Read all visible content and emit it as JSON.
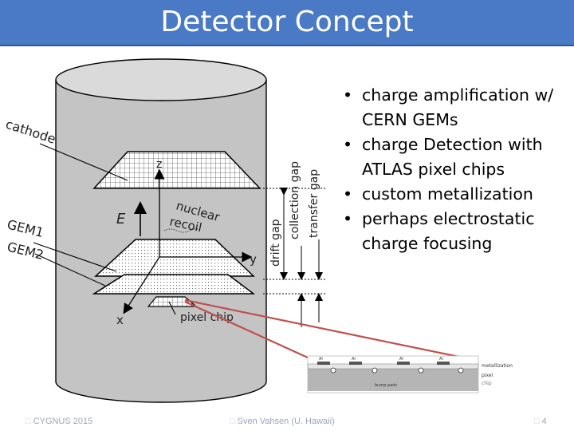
{
  "slide": {
    "title": "Detector Concept",
    "bullets": [
      "charge amplification w/ CERN GEMs",
      "charge Detection with ATLAS pixel chips",
      "custom metallization",
      "perhaps electrostatic charge focusing"
    ],
    "bullet_symbol": "•"
  },
  "diagram": {
    "labels": {
      "cathode": "cathode",
      "gem1": "GEM1",
      "gem2": "GEM2",
      "z": "z",
      "E": "E",
      "nuclear": "nuclear",
      "recoil": "recoil",
      "y": "y",
      "x": "x",
      "pixel_chip": "pixel chip",
      "collection_gap": "collection gap",
      "drift_gap": "drift gap",
      "transfer_gap": "transfer gap"
    },
    "inset_labels": {
      "metallization": "metallization",
      "pixel": "pixel",
      "chip": "chip",
      "bump_pads": "bump pads",
      "al": [
        "Al",
        "Al",
        "Al",
        "Al"
      ]
    }
  },
  "footer": {
    "left": "CYGNUS 2015",
    "center": "Sven Vahsen (U. Hawaii)",
    "page": "4",
    "mark": "□"
  },
  "colors": {
    "title_bar": "#4a79c6",
    "title_text": "#ffffff",
    "footer_text": "#9aa6b8",
    "connector_line": "#c0504d"
  }
}
